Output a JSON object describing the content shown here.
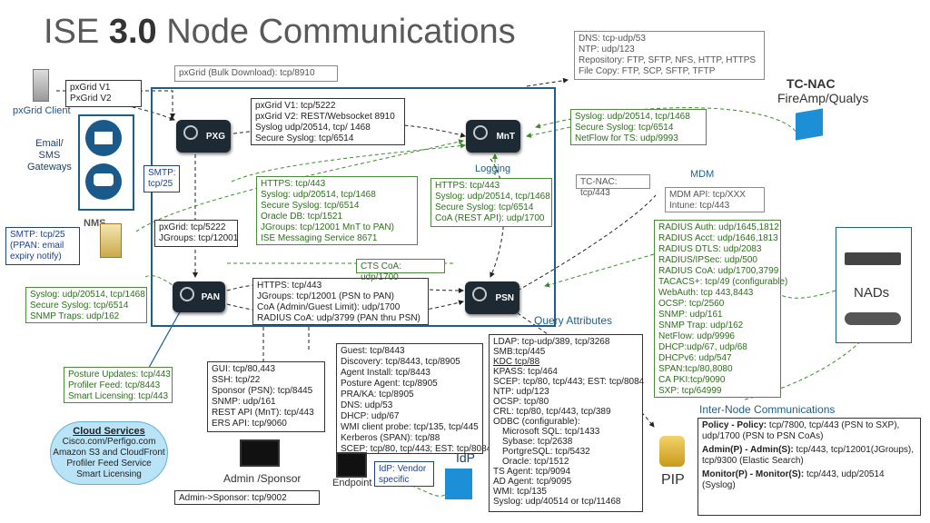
{
  "title": {
    "prefix": "ISE ",
    "version": "3.0",
    "suffix": " Node Communications"
  },
  "nodes": {
    "pxg": "PXG",
    "mnt": "MnT",
    "pan": "PAN",
    "psn": "PSN"
  },
  "labels": {
    "pxgrid_client": "pxGrid Client",
    "pxgrid_client_versions": [
      "pxGrid V1",
      "PxGrid V2"
    ],
    "email_sms": [
      "Email/",
      "SMS",
      "Gateways"
    ],
    "smtp_box": [
      "SMTP:",
      "tcp/25"
    ],
    "nms": "NMS",
    "smtp_ppan": [
      "SMTP: tcp/25",
      "(PPAN: email",
      "expiry notify)"
    ],
    "logging": "Logging",
    "tcnac_title": "TC-NAC",
    "tcnac_sub": "FireAmp/Qualys",
    "mdm": "MDM",
    "nads": "NADs",
    "inter_node": "Inter-Node Communications",
    "query_attributes": "Query Attributes",
    "pip": "PIP",
    "idp": "IdP",
    "admin_sponsor": "Admin /Sponsor",
    "endpoint": "Endpoint"
  },
  "boxes": {
    "bulk_download": "pxGrid (Bulk Download): tcp/8910",
    "dns_ntp": [
      "DNS: tcp-udp/53",
      "NTP: udp/123",
      "Repository: FTP, SFTP, NFS, HTTP, HTTPS",
      "File Copy: FTP, SCP, SFTP, TFTP"
    ],
    "pxg_mnt": [
      "pxGrid V1: tcp/5222",
      "pxGrid V2: REST/Websocket 8910",
      "Syslog udp/20514, tcp/ 1468",
      "Secure Syslog: tcp/6514"
    ],
    "mnt_syslog": [
      "Syslog: udp/20514, tcp/1468",
      "Secure Syslog: tcp/6514",
      "NetFlow for TS: udp/9993"
    ],
    "pan_mnt": [
      "HTTPS: tcp/443",
      "Syslog: udp/20514, tcp/1468",
      "Secure Syslog: tcp/6514",
      "Oracle DB: tcp/1521",
      "JGroups: tcp/12001 MnT to PAN)",
      "ISE Messaging Service 8671"
    ],
    "psn_mnt": [
      "HTTPS: tcp/443",
      "Syslog: udp/20514, tcp/1468",
      "Secure Syslog: tcp/6514",
      "CoA (REST API): udp/1700"
    ],
    "pxg_pan": [
      "pxGrid: tcp/5222",
      "JGroups: tcp/12001"
    ],
    "tcnac": "TC-NAC: tcp/443",
    "mdm": [
      "MDM API: tcp/XXX",
      "Intune: tcp/443"
    ],
    "radius": [
      "RADIUS Auth: udp/1645,1812",
      "RADIUS Acct: udp/1646,1813",
      "RADIUS DTLS: udp/2083",
      "RADIUS/IPSec: udp/500",
      "RADIUS CoA: udp/1700,3799",
      "TACACS+: tcp/49 (configurable)",
      "WebAuth: tcp 443,8443",
      "OCSP: tcp/2560",
      "SNMP: udp/161",
      "SNMP Trap: udp/162",
      "NetFlow: udp/9996",
      "DHCP:udp/67, udp/68",
      "DHCPv6: udp/547",
      "SPAN:tcp/80,8080",
      "CA PKI:tcp/9090",
      "SXP: tcp/64999"
    ],
    "cts_coa": "CTS CoA: udp/1700",
    "pan_syslog": [
      "Syslog: udp/20514, tcp/1468",
      "Secure Syslog: tcp/6514",
      "SNMP Traps: udp/162"
    ],
    "pan_psn": [
      "HTTPS: tcp/443",
      "JGroups: tcp/12001 (PSN to PAN)",
      "CoA (Admin/Guest Limit): udp/1700",
      "RADIUS CoA: udp/3799 (PAN thru PSN)"
    ],
    "posture": [
      "Posture Updates: tcp/443",
      "Profiler Feed: tcp/8443",
      "Smart Licensing: tcp/443"
    ],
    "admin_ports": [
      "GUI: tcp/80,443",
      "SSH: tcp/22",
      "Sponsor (PSN): tcp/8445",
      "SNMP: udp/161",
      "REST API (MnT): tcp/443",
      "ERS API: tcp/9060"
    ],
    "guest": [
      "Guest: tcp/8443",
      "Discovery: tcp/8443, tcp/8905",
      "Agent Install: tcp/8443",
      "Posture Agent: tcp/8905",
      "PRA/KA: tcp/8905",
      "DNS: udp/53",
      "DHCP: udp/67",
      "WMI client probe: tcp/135, tcp/445",
      "Kerberos (SPAN): tcp/88",
      "SCEP: tcp/80, tcp/443; EST: tcp/8084"
    ],
    "ldap": [
      "LDAP: tcp-udp/389, tcp/3268",
      "SMB:tcp/445",
      "KDC tcp/88",
      "KPASS: tcp/464",
      "SCEP: tcp/80, tcp/443; EST: tcp/8084",
      "NTP: udp/123",
      "OCSP: tcp/80",
      "CRL: tcp/80, tcp/443, tcp/389",
      "ODBC (configurable):",
      "Microsoft SQL: tcp/1433",
      "Sybase: tcp/2638",
      "PortgreSQL: tcp/5432",
      "Oracle: tcp/1512",
      "TS Agent: tcp/9094",
      "AD Agent: tcp/9095",
      "WMI: tcp/135",
      "Syslog: udp/40514 or tcp/11468"
    ],
    "idp": [
      "IdP: Vendor",
      "specific"
    ],
    "admin_sponsor": "Admin->Sponsor: tcp/9002",
    "policy": [
      {
        "bold": "Policy - Policy:",
        "text": " tcp/7800, tcp/443 (PSN to SXP), udp/1700 (PSN to PSN CoAs)"
      },
      {
        "bold": "Admin(P) - Admin(S):",
        "text": " tcp/443, tcp/12001(JGroups), tcp/9300 (Elastic Search)"
      },
      {
        "bold": "Monitor(P) - Monitor(S):",
        "text": " tcp/443, udp/20514 (Syslog)"
      }
    ]
  },
  "cloud": {
    "title": "Cloud Services",
    "lines": [
      "Cisco.com/Perfigo.com",
      "Amazon S3 and CloudFront",
      "Profiler Feed Service",
      "Smart Licensing"
    ]
  }
}
